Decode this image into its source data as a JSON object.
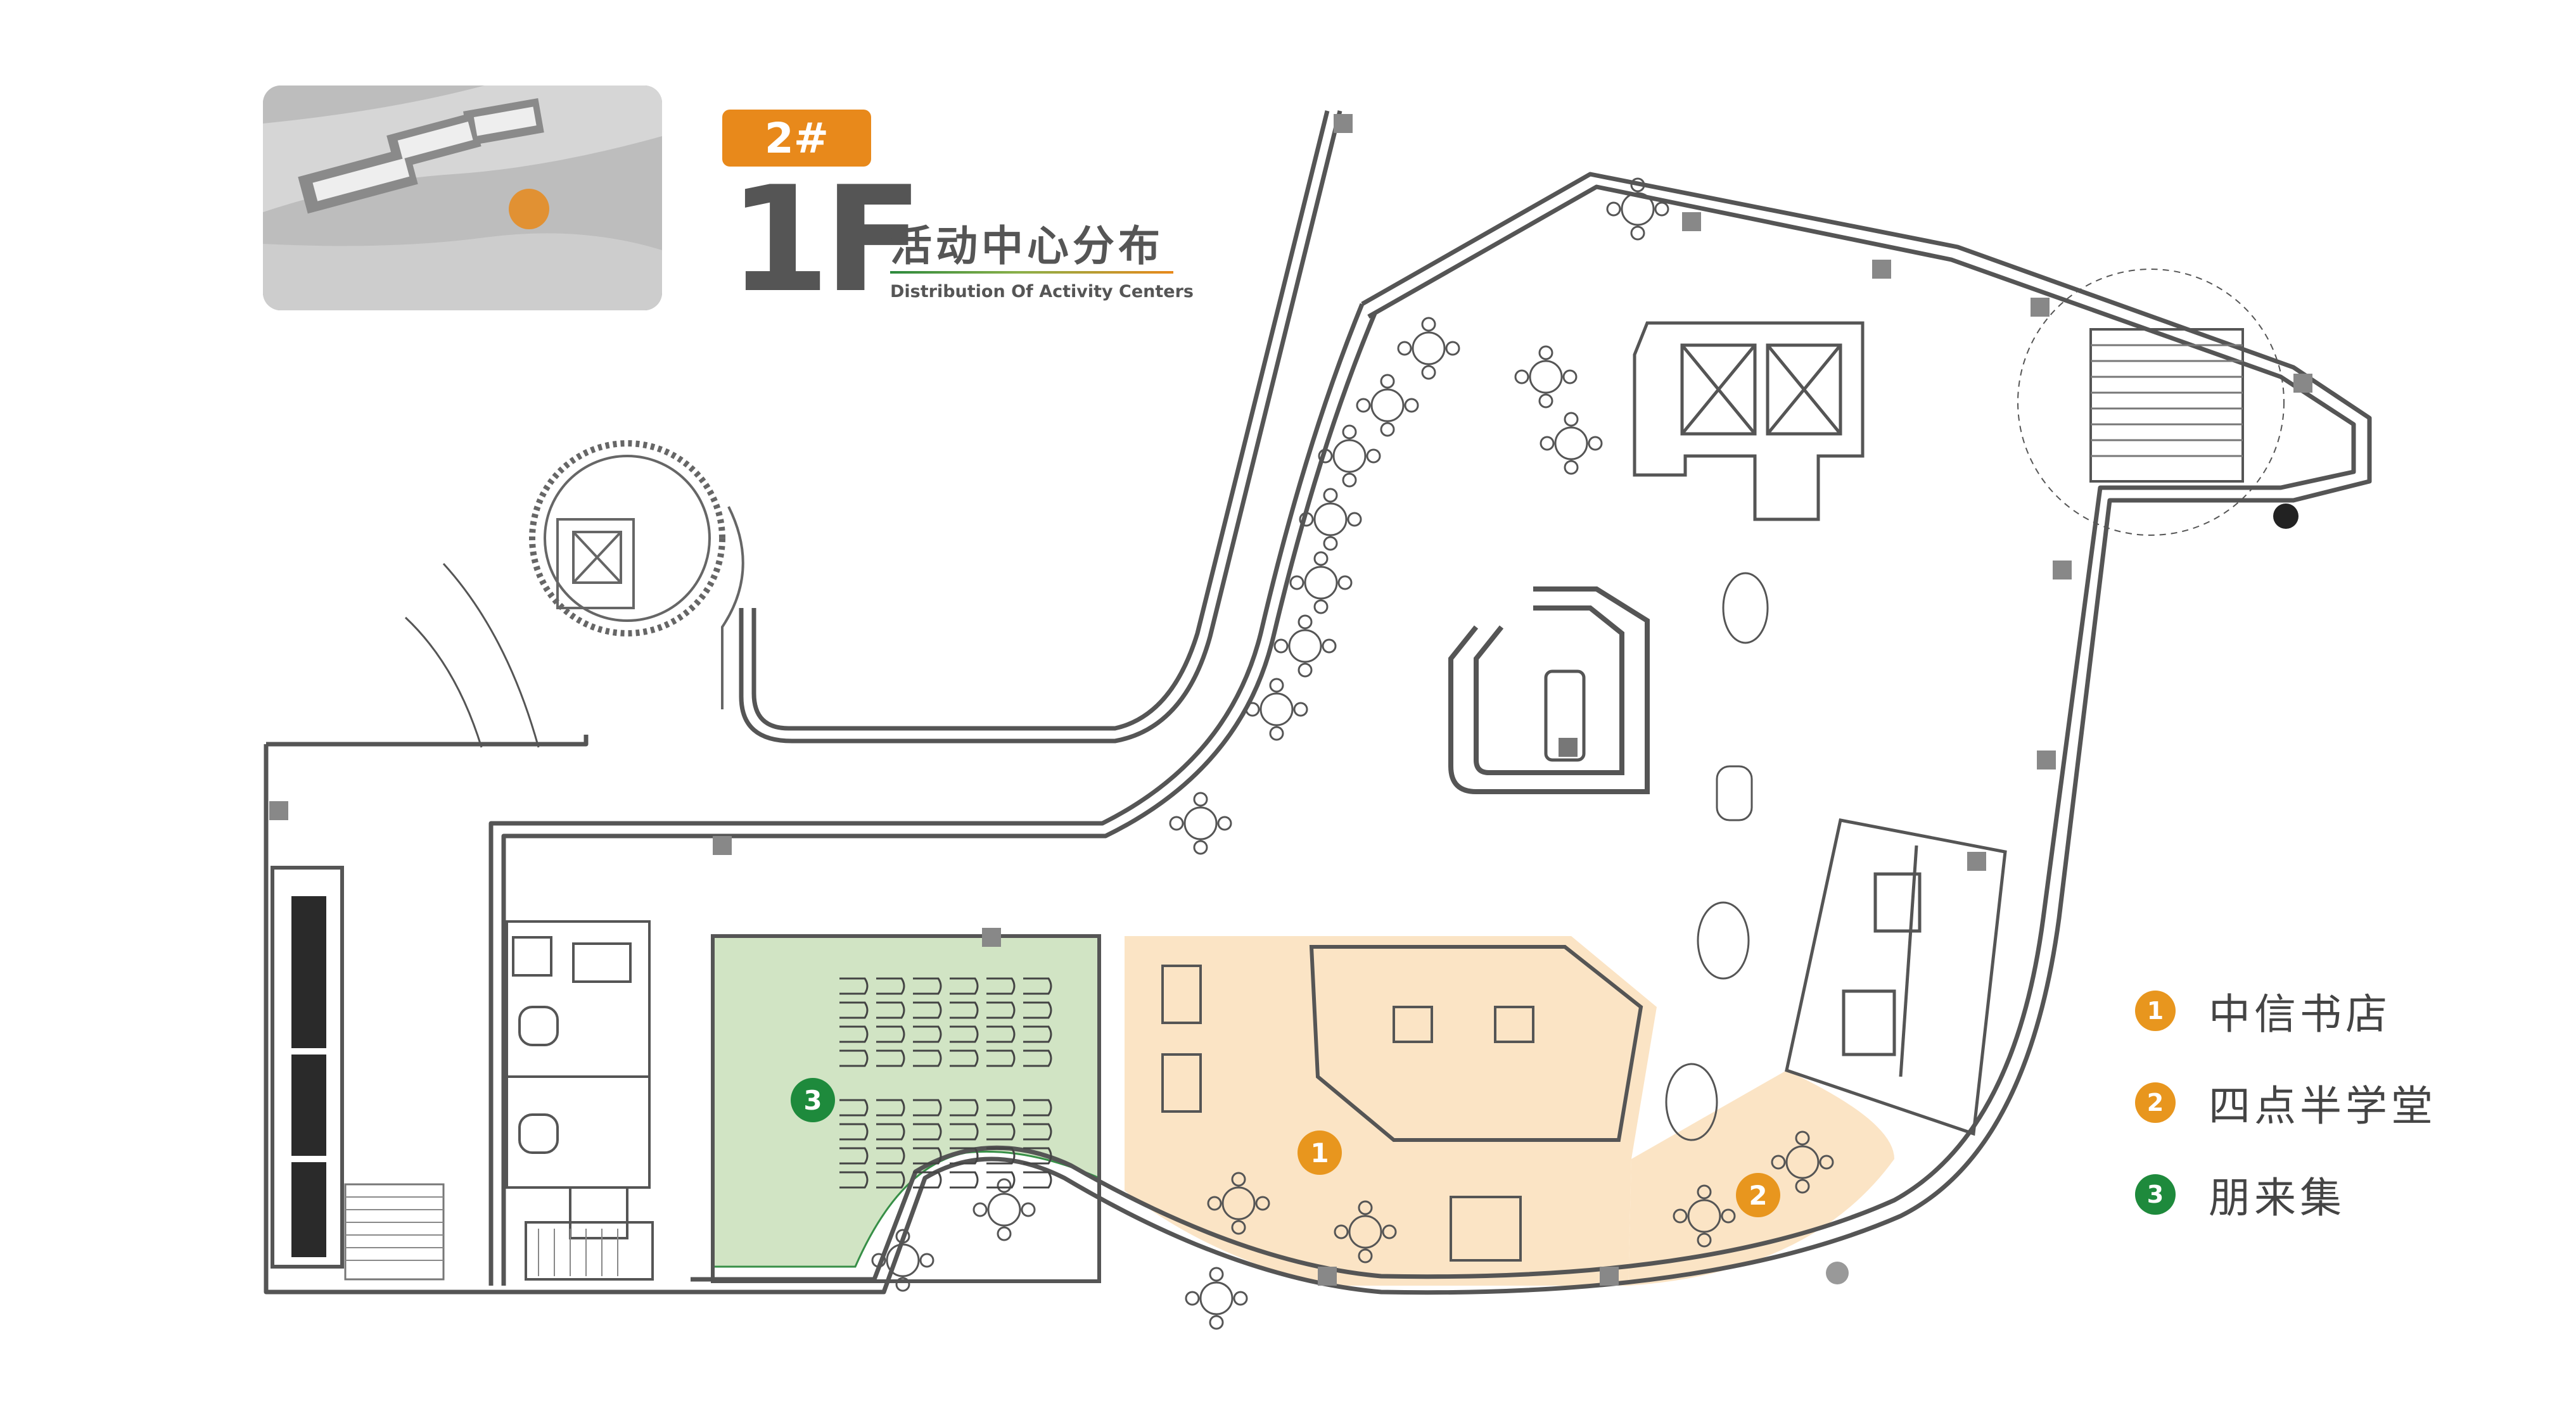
{
  "header": {
    "building_tag": "2#",
    "floor": "1F",
    "title_cn": "活动中心分布",
    "title_en": "Distribution Of Activity Centers"
  },
  "legend": [
    {
      "number": "1",
      "label": "中信书店",
      "color": "#e8961e"
    },
    {
      "number": "2",
      "label": "四点半学堂",
      "color": "#e8961e"
    },
    {
      "number": "3",
      "label": "朋来集",
      "color": "#1e8a3c"
    }
  ],
  "colors": {
    "accent_orange": "#e8891b",
    "accent_green": "#2d8a3e",
    "zone_orange_fill": "#fbe3c2",
    "zone_green_fill": "#cfe3c1",
    "wall": "#555555",
    "text": "#555555"
  },
  "plan": {
    "legend_marker_icons": [
      "number-1-circle",
      "number-2-circle",
      "number-3-circle"
    ]
  }
}
